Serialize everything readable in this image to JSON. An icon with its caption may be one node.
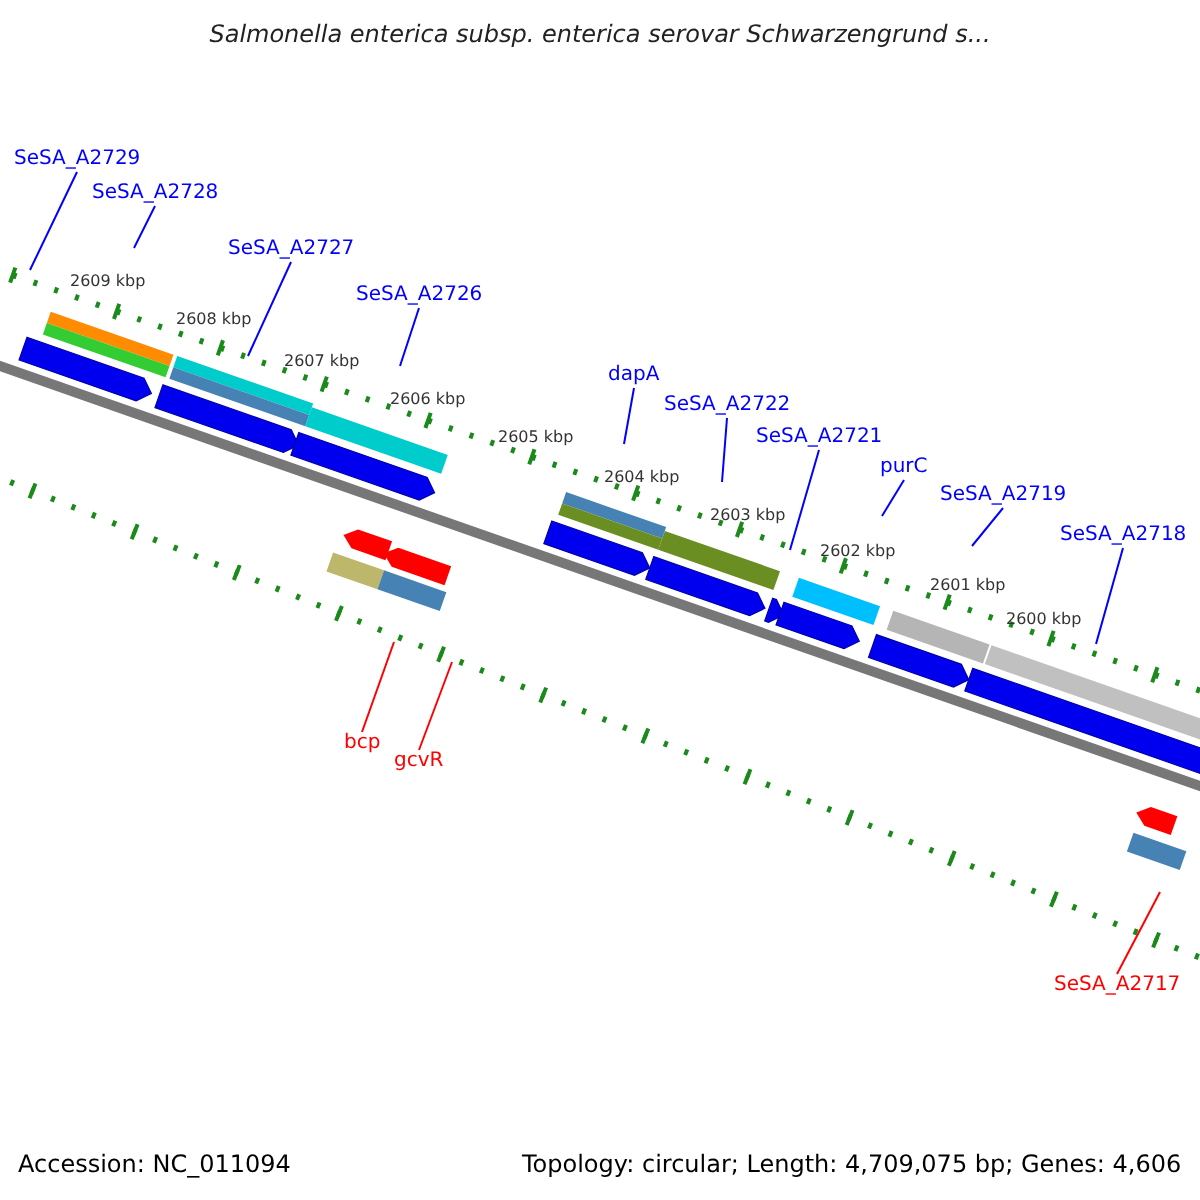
{
  "diagram": {
    "title": "Salmonella enterica subsp. enterica serovar Schwarzengrund s...",
    "nodes": [
      {
        "text": [
          "SeSA_A2729"
        ]
      },
      {
        "text": [
          "SeSA_A2728"
        ]
      },
      {
        "text": [
          "SeSA_A2727"
        ]
      },
      {
        "text": [
          "SeSA_A2726"
        ]
      },
      {
        "text": [
          "dapA"
        ]
      },
      {
        "text": [
          "SeSA_A2722"
        ]
      },
      {
        "text": [
          "SeSA_A2721"
        ]
      },
      {
        "text": [
          "purC"
        ]
      },
      {
        "text": [
          "SeSA_A2719"
        ]
      },
      {
        "text": [
          "SeSA_A2718"
        ]
      },
      {
        "text": [
          "bcp"
        ]
      },
      {
        "text": [
          "gcvR"
        ]
      },
      {
        "text": [
          "SeSA_A2717"
        ]
      }
    ],
    "edges": [
      {
        "from": 0,
        "to": null,
        "arrow": "none"
      },
      {
        "from": 1,
        "to": null,
        "arrow": "none"
      },
      {
        "from": 2,
        "to": null,
        "arrow": "none"
      },
      {
        "from": 3,
        "to": null,
        "arrow": "none"
      },
      {
        "from": 4,
        "to": null,
        "arrow": "none"
      },
      {
        "from": 5,
        "to": null,
        "arrow": "none"
      },
      {
        "from": 6,
        "to": null,
        "arrow": "none"
      },
      {
        "from": 7,
        "to": null,
        "arrow": "none"
      },
      {
        "from": 8,
        "to": null,
        "arrow": "none"
      },
      {
        "from": 9,
        "to": null,
        "arrow": "none"
      },
      {
        "from": 10,
        "to": null,
        "arrow": "none",
        "color": "#ff0000"
      },
      {
        "from": 11,
        "to": null,
        "arrow": "none",
        "color": "#ff0000"
      },
      {
        "from": 12,
        "to": null,
        "arrow": "none",
        "color": "#ff0000"
      }
    ],
    "labels": [
      "2609 kbp",
      "2608 kbp",
      "2607 kbp",
      "2606 kbp",
      "2605 kbp",
      "2604 kbp",
      "2603 kbp",
      "2602 kbp",
      "2601 kbp",
      "2600 kbp",
      "Accession: NC_011094",
      "Topology: circular; Length: 4,709,075 bp; Genes: 4,606"
    ]
  }
}
